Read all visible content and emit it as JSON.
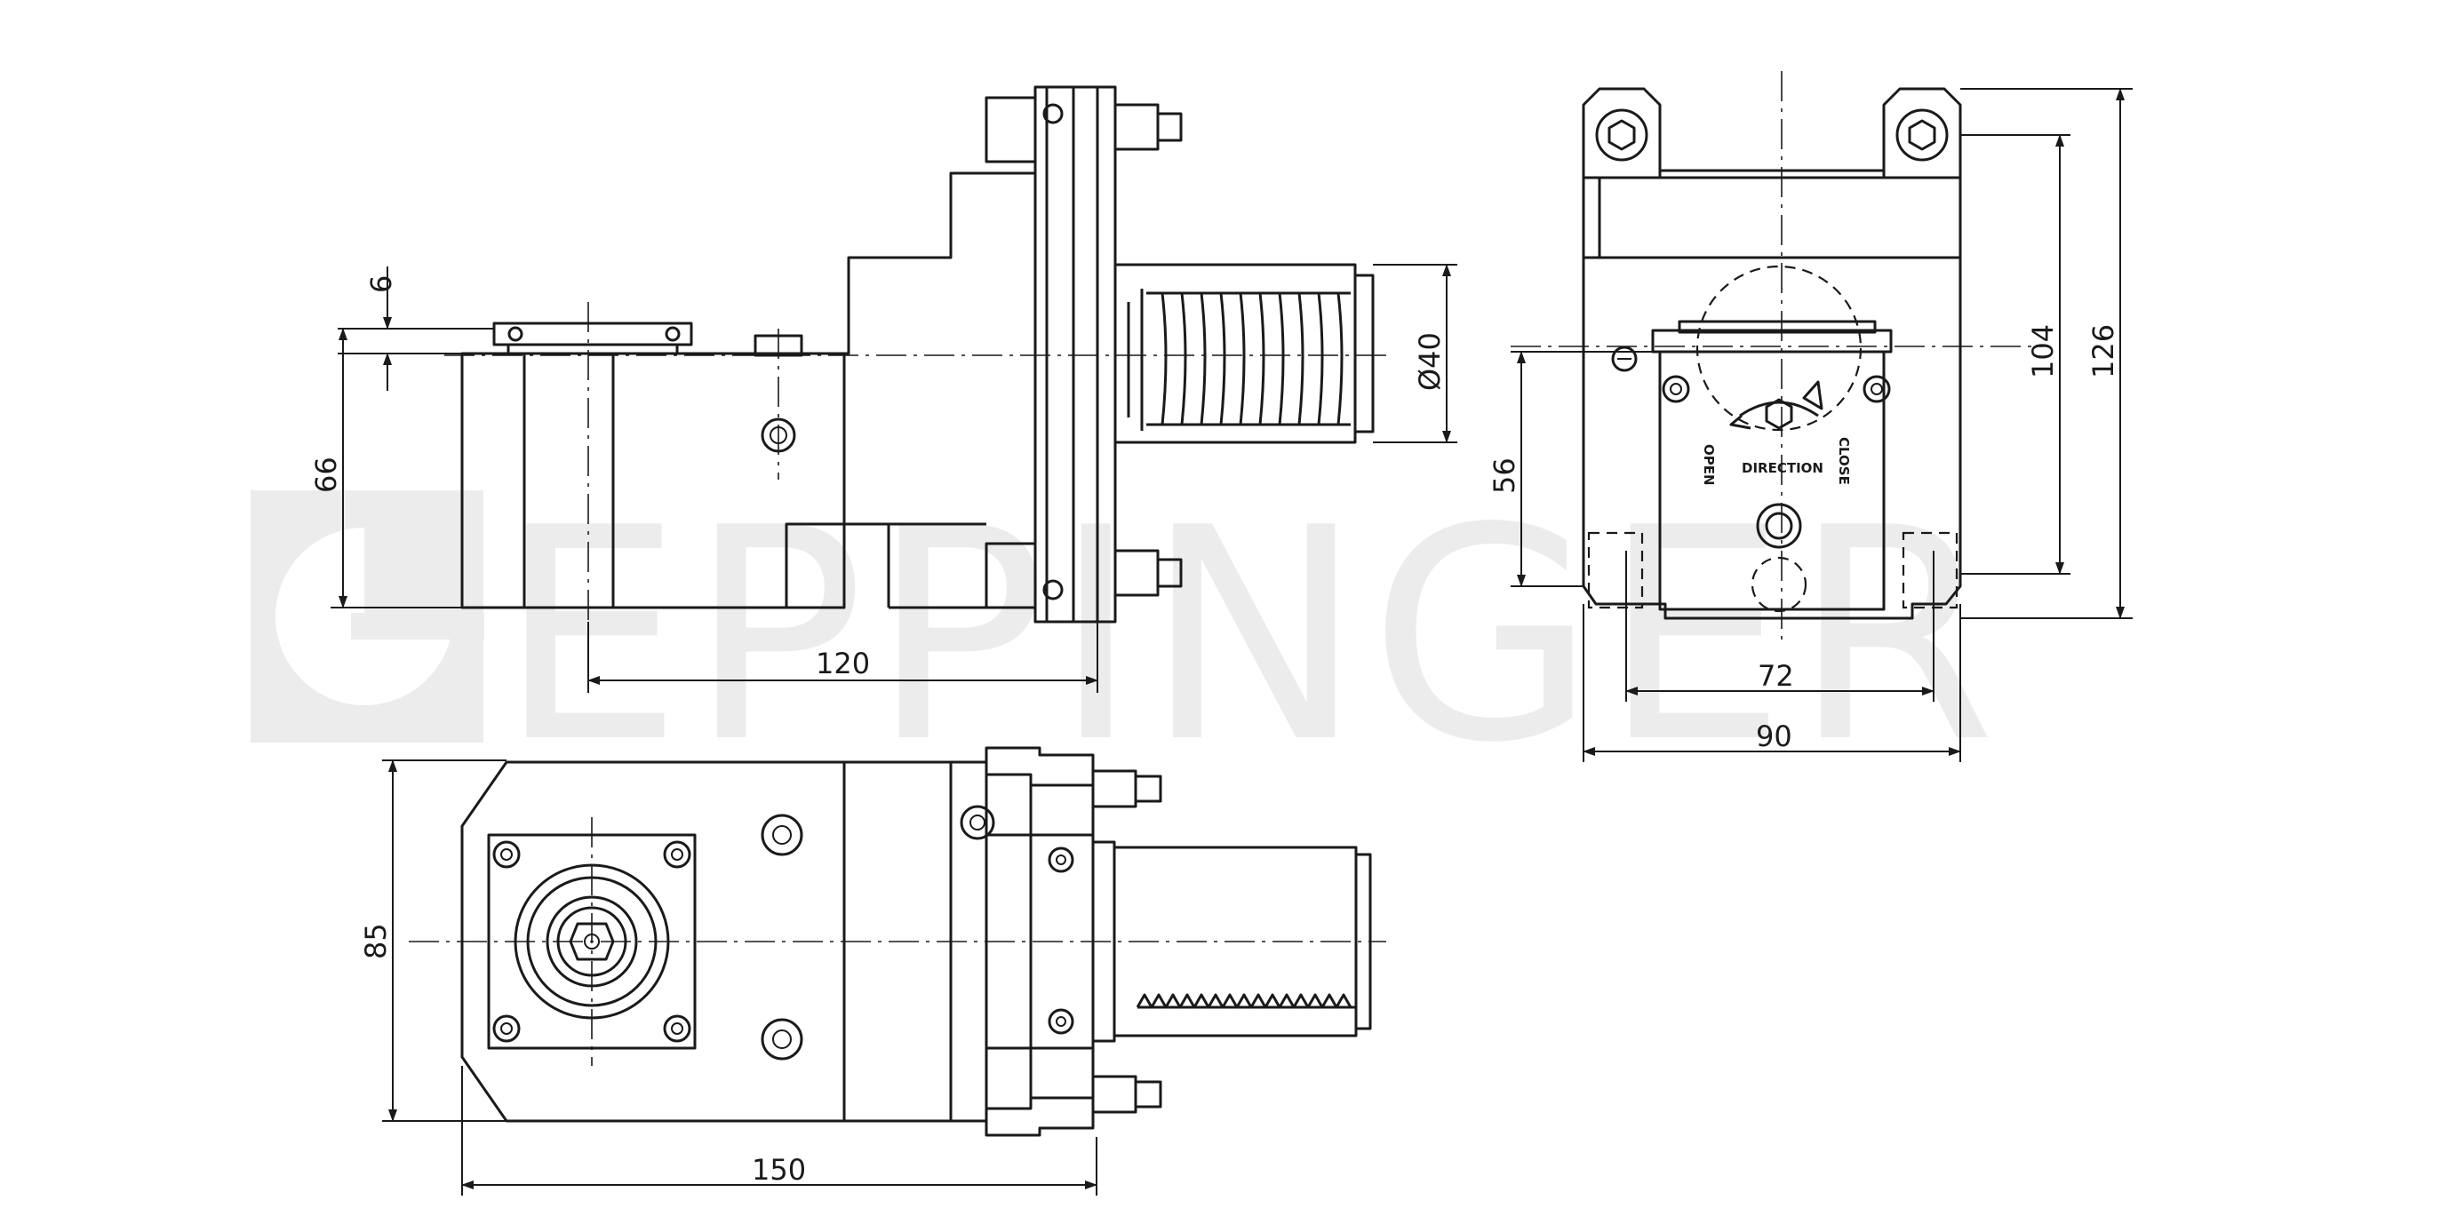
{
  "watermark": {
    "brand": "EPPINGER"
  },
  "dimensions": {
    "height_6": "6",
    "height_66": "66",
    "length_120": "120",
    "diameter_40": "Ø40",
    "height_56": "56",
    "width_72": "72",
    "width_90": "90",
    "height_104": "104",
    "height_126": "126",
    "width_85": "85",
    "length_150": "150"
  },
  "markings": {
    "open": "OPEN",
    "close": "CLOSE",
    "dir": "DIRECTION"
  },
  "colors": {
    "line": "#1a1a1a",
    "watermark": "#ececec",
    "background": "#ffffff"
  }
}
